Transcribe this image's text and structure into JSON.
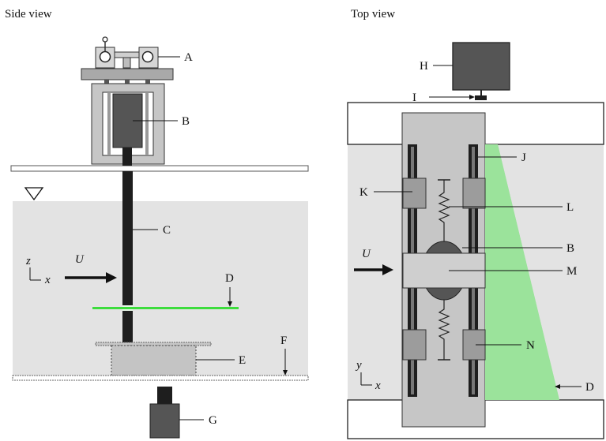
{
  "titles": {
    "side": "Side view",
    "top": "Top view"
  },
  "side_labels": {
    "A": "A",
    "B": "B",
    "C": "C",
    "D": "D",
    "E": "E",
    "F": "F",
    "G": "G",
    "U": "U",
    "z": "z",
    "x": "x"
  },
  "top_labels": {
    "H": "H",
    "I": "I",
    "J": "J",
    "K": "K",
    "L": "L",
    "B": "B",
    "M": "M",
    "N": "N",
    "D": "D",
    "U": "U",
    "y": "y",
    "x": "x"
  },
  "colors": {
    "water": "#e3e3e3",
    "laser": "#9be39b",
    "laser_line": "#3ddc3d",
    "dark": "#3a3a3a",
    "mid": "#9e9e9e",
    "light": "#c9c9c9"
  }
}
